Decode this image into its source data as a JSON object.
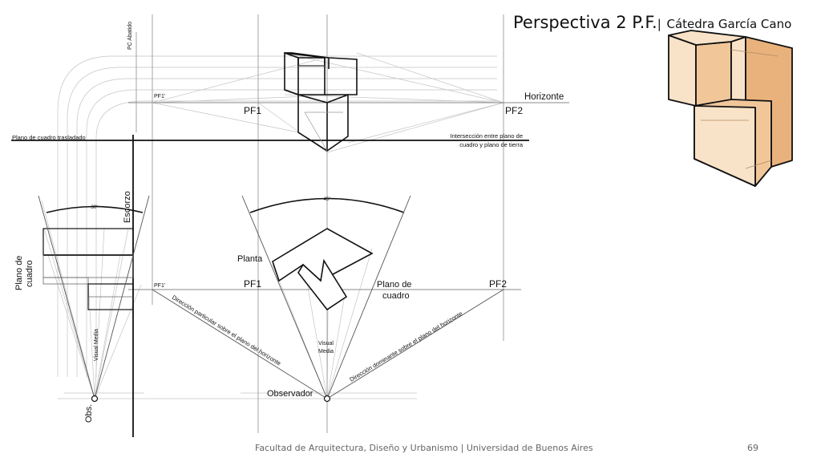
{
  "slide": {
    "title": "Perspectiva 2 P.F.",
    "title_separator": "|",
    "subtitle": "Cátedra García Cano",
    "footer": "Facultad de Arquitectura, Diseño y Urbanismo | Universidad de Buenos Aires",
    "page_number": "69"
  },
  "labels": {
    "pc_abatido": "PC Abatido",
    "pf1_prime_top": "PF1'",
    "pf1_top": "PF1",
    "pf2_top": "PF2",
    "horizonte": "Horizonte",
    "plano_trasladado": "Plano de cuadro trasladado",
    "interseccion_line1": "Intersección entre plano de",
    "interseccion_line2": "cuadro y plano de tierra",
    "escorzo": "Escorzo",
    "angle_30": "30°",
    "angle_45": "45°",
    "plano_cuadro_left_line1": "Plano de",
    "plano_cuadro_left_line2": "cuadro",
    "pf1_prime_bottom": "PF1'",
    "pf1_bottom": "PF1",
    "pf2_bottom": "PF2",
    "planta": "Planta",
    "plano_cuadro_right_line1": "Plano de",
    "plano_cuadro_right_line2": "cuadro",
    "direccion_particular": "Dirección particular sobre el plano del horizonte",
    "direccion_dominante": "Dirección dominante sobre el plano del horizonte",
    "visual_media_left": "Visual Media",
    "visual_media_right_line1": "Visual",
    "visual_media_right_line2": "Media",
    "obs": "Obs.",
    "observador": "Observador"
  },
  "colors": {
    "solid_face_light": "#f9e3c8",
    "solid_face_mid": "#f1c79a",
    "solid_face_dark": "#e9b27c",
    "construction_line": "#b8b8b8",
    "ink": "#111111"
  }
}
